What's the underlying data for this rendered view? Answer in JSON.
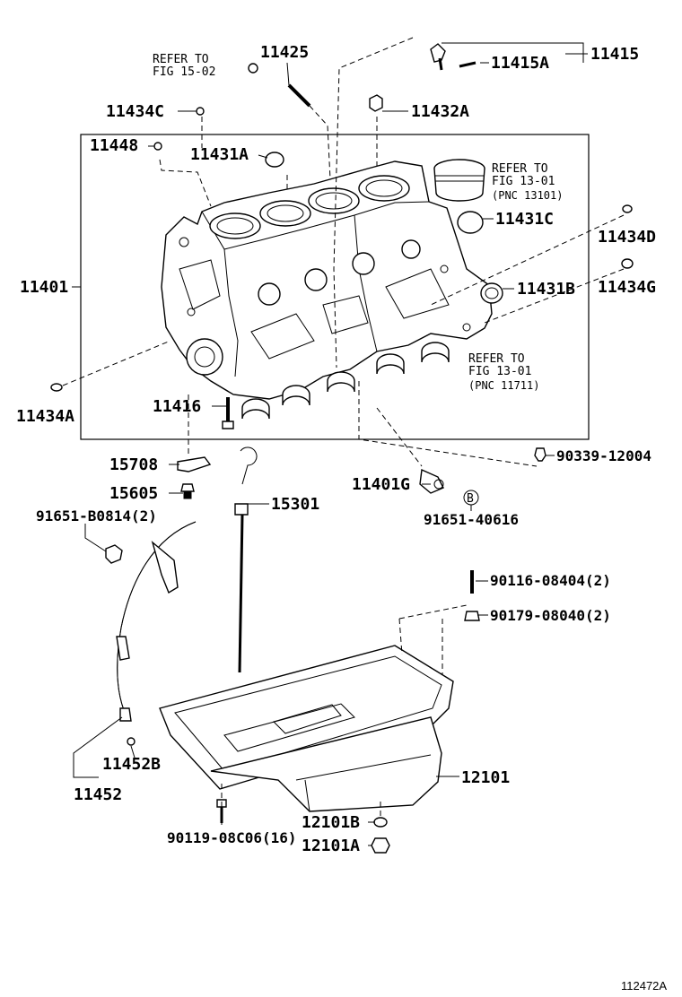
{
  "labels": {
    "p11425": "11425",
    "p11415": "11415",
    "p11415a": "11415A",
    "p11434c": "11434C",
    "p11432a": "11432A",
    "p11448": "11448",
    "p11431a": "11431A",
    "p11431c": "11431C",
    "p11434d": "11434D",
    "p11401": "11401",
    "p11431b": "11431B",
    "p11434g": "11434G",
    "p11434a": "11434A",
    "p11416": "11416",
    "p15708": "15708",
    "p15605": "15605",
    "p15301": "15301",
    "p11401g": "11401G",
    "p90339": "90339-12004",
    "p91651a": "91651-B0814(2)",
    "p91651b": "91651-40616",
    "p90116": "90116-08404(2)",
    "p90179": "90179-08040(2)",
    "p11452b": "11452B",
    "p11452": "11452",
    "p12101": "12101",
    "p12101b": "12101B",
    "p12101a": "12101A",
    "p90119": "90119-08C06(16)",
    "circle_b": "B",
    "figure_id": "112472A"
  },
  "references": {
    "r1_line1": "REFER TO",
    "r1_line2": "FIG 15-02",
    "r2_line1": "REFER TO",
    "r2_line2": "FIG 13-01",
    "r2_line3": "(PNC 13101)",
    "r3_line1": "REFER TO",
    "r3_line2": "FIG 13-01",
    "r3_line3": "(PNC 11711)"
  }
}
